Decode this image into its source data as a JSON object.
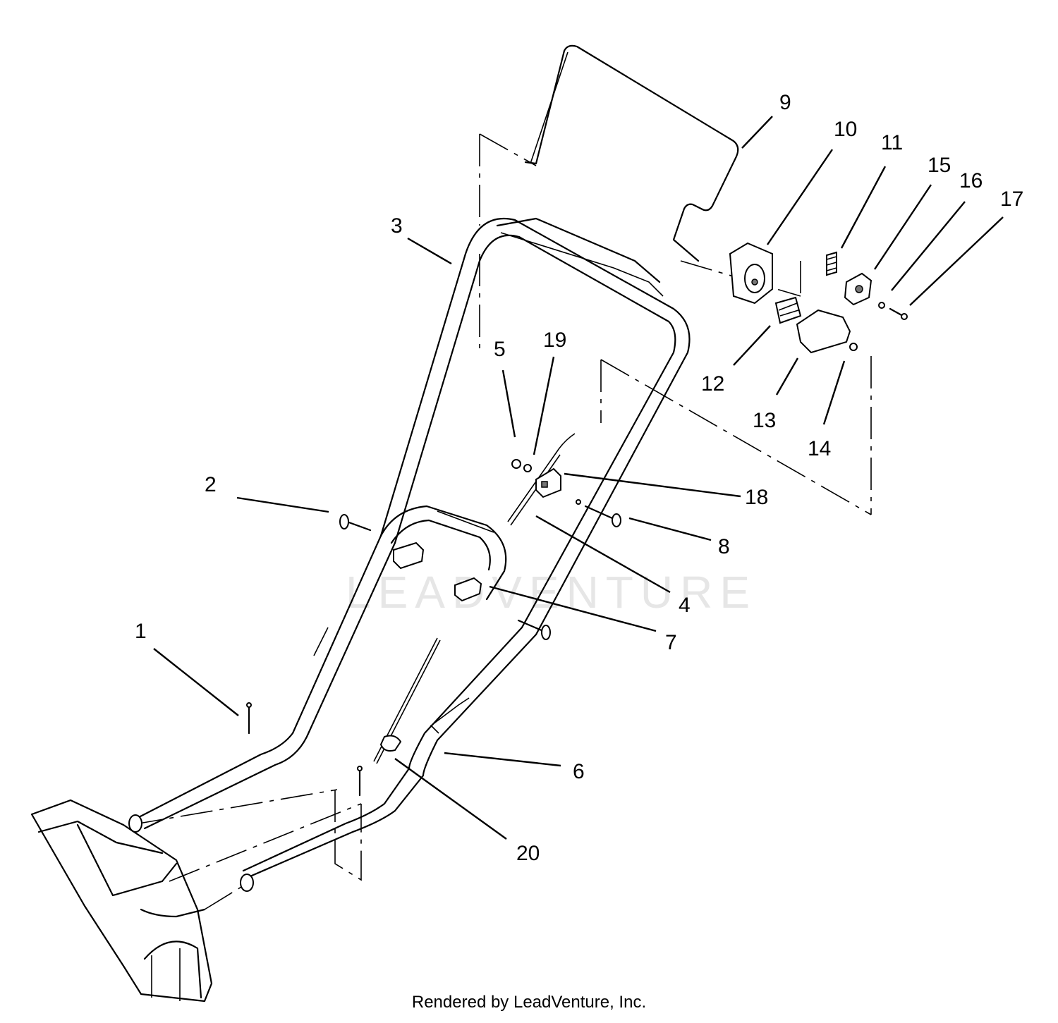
{
  "watermark": "LEADVENTURE",
  "footer": "Rendered by LeadVenture, Inc.",
  "callouts": [
    {
      "id": "1",
      "label": "1"
    },
    {
      "id": "2",
      "label": "2"
    },
    {
      "id": "3",
      "label": "3"
    },
    {
      "id": "4",
      "label": "4"
    },
    {
      "id": "5",
      "label": "5"
    },
    {
      "id": "6",
      "label": "6"
    },
    {
      "id": "7",
      "label": "7"
    },
    {
      "id": "8",
      "label": "8"
    },
    {
      "id": "9",
      "label": "9"
    },
    {
      "id": "10",
      "label": "10"
    },
    {
      "id": "11",
      "label": "11"
    },
    {
      "id": "12",
      "label": "12"
    },
    {
      "id": "13",
      "label": "13"
    },
    {
      "id": "14",
      "label": "14"
    },
    {
      "id": "15",
      "label": "15"
    },
    {
      "id": "16",
      "label": "16"
    },
    {
      "id": "17",
      "label": "17"
    },
    {
      "id": "18",
      "label": "18"
    },
    {
      "id": "19",
      "label": "19"
    },
    {
      "id": "20",
      "label": "20"
    }
  ]
}
